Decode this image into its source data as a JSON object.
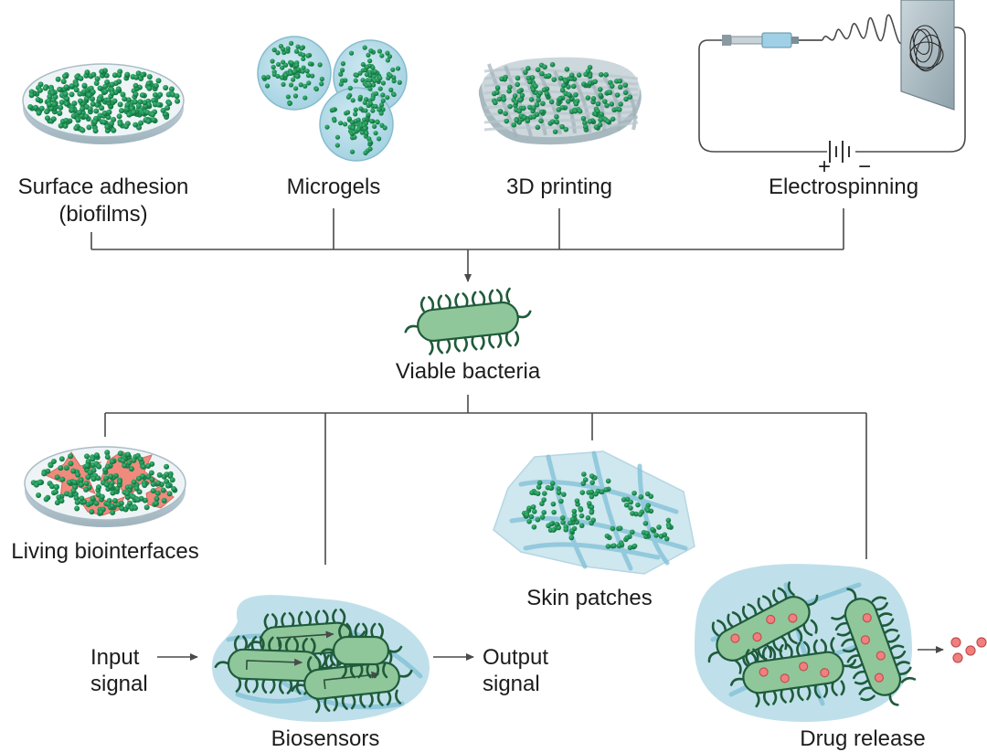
{
  "top_methods": [
    {
      "id": "surface-adhesion",
      "label_lines": [
        "Surface adhesion",
        "(biofilms)"
      ],
      "icon": "biofilm-plate-icon"
    },
    {
      "id": "microgels",
      "label_lines": [
        "Microgels"
      ],
      "icon": "microgels-icon"
    },
    {
      "id": "3d-printing",
      "label_lines": [
        "3D printing"
      ],
      "icon": "printed-scaffold-icon"
    },
    {
      "id": "electrospinning",
      "label_lines": [
        "Electrospinning"
      ],
      "icon": "electrospinning-setup-icon"
    }
  ],
  "electrospinning_polarity": {
    "plus": "+",
    "minus": "−"
  },
  "center": {
    "label": "Viable bacteria",
    "icon": "bacterium-icon"
  },
  "applications": [
    {
      "id": "living-biointerfaces",
      "label_lines": [
        "Living biointerfaces"
      ],
      "icon": "biointerface-plate-icon"
    },
    {
      "id": "biosensors",
      "label_lines": [
        "Biosensors"
      ],
      "icon": "biosensor-gel-icon"
    },
    {
      "id": "skin-patches",
      "label_lines": [
        "Skin patches"
      ],
      "icon": "skin-patch-icon"
    },
    {
      "id": "drug-release",
      "label_lines": [
        "Drug release"
      ],
      "icon": "drug-release-gel-icon"
    }
  ],
  "biosensor_io": {
    "input_lines": [
      "Input",
      "signal"
    ],
    "output_lines": [
      "Output",
      "signal"
    ]
  },
  "colors": {
    "bacteria_fill": "#8fc79a",
    "bacteria_outline": "#1f5b3a",
    "gel": "#bfe0ea",
    "cells": "#f08080",
    "connector": "#4a4a4a"
  }
}
